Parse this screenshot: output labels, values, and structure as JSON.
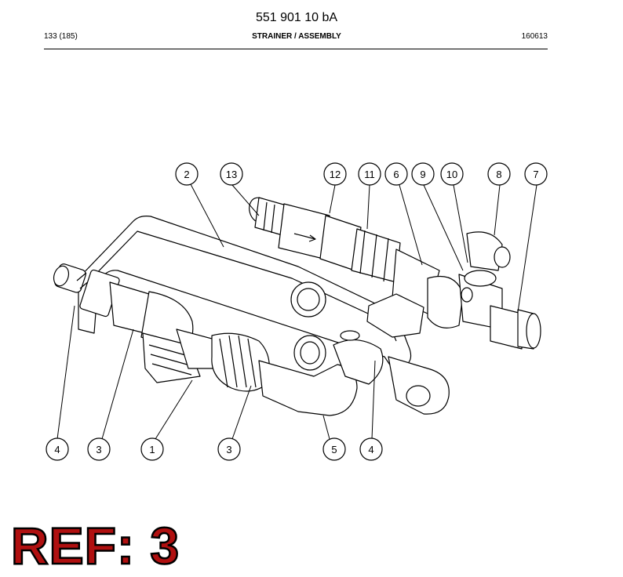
{
  "header": {
    "doc_number": "551 901 10 bA",
    "page_ref": "133 (185)",
    "title": "STRAINER / ASSEMBLY",
    "date_code": "160613"
  },
  "callouts": {
    "top": [
      "2",
      "13",
      "12",
      "11",
      "6",
      "9",
      "10",
      "8",
      "7"
    ],
    "bottom": [
      "4",
      "3",
      "1",
      "3",
      "5",
      "4"
    ]
  },
  "reference": "REF: 3",
  "colors": {
    "line": "#000000",
    "ref_fill": "#b01010",
    "background": "#ffffff"
  }
}
